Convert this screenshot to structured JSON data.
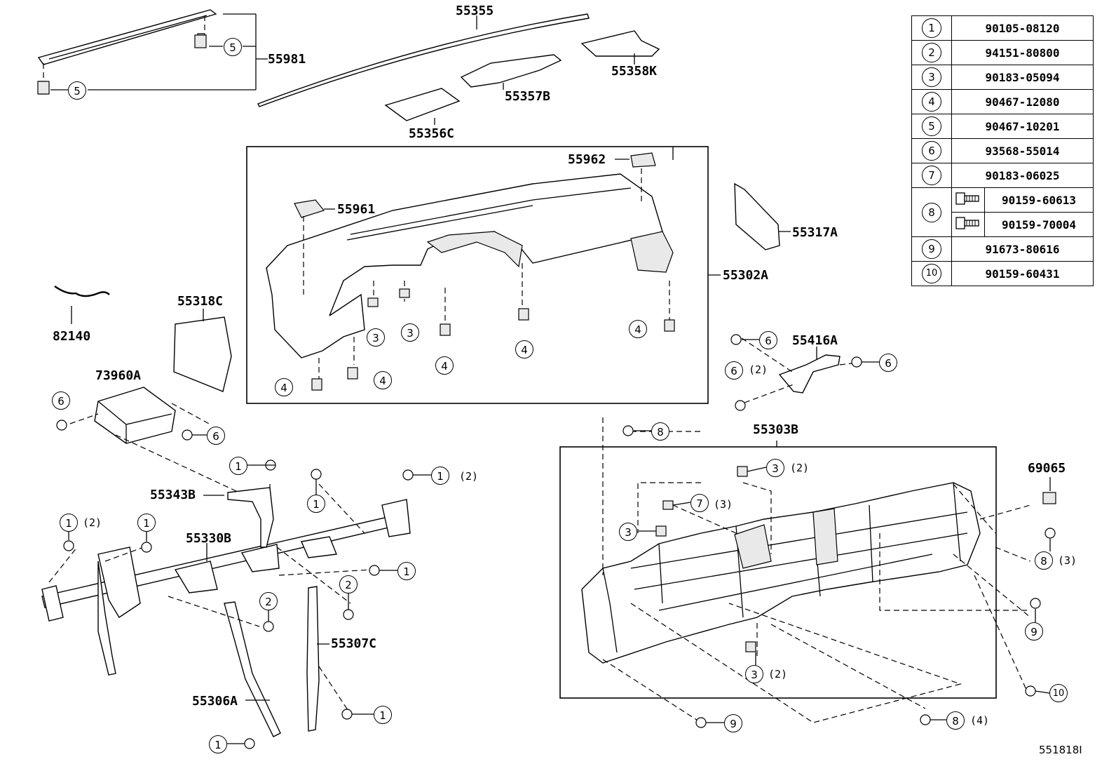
{
  "parts": {
    "p55981": "55981",
    "p55355": "55355",
    "p55358K": "55358K",
    "p55357B": "55357B",
    "p55356C": "55356C",
    "p55962": "55962",
    "p55961": "55961",
    "p55317A": "55317A",
    "p55302A": "55302A",
    "p55318C": "55318C",
    "p82140": "82140",
    "p73960A": "73960A",
    "p55416A": "55416A",
    "p55303B": "55303B",
    "p69065": "69065",
    "p55343B": "55343B",
    "p55330B": "55330B",
    "p55307C": "55307C",
    "p55306A": "55306A"
  },
  "callouts": {
    "c1": "1",
    "c2": "2",
    "c3": "3",
    "c4": "4",
    "c5": "5",
    "c6": "6",
    "c7": "7",
    "c8": "8",
    "c9": "9",
    "c10": "10"
  },
  "quantities": {
    "q2": "(2)",
    "q3": "(3)",
    "q4": "(4)"
  },
  "legend": {
    "rows": [
      {
        "key": "1",
        "value": "90105-08120"
      },
      {
        "key": "2",
        "value": "94151-80800"
      },
      {
        "key": "3",
        "value": "90183-05094"
      },
      {
        "key": "4",
        "value": "90467-12080"
      },
      {
        "key": "5",
        "value": "90467-10201"
      },
      {
        "key": "6",
        "value": "93568-55014"
      },
      {
        "key": "7",
        "value": "90183-06025"
      },
      {
        "key": "8",
        "value": "90159-60613",
        "value2": "90159-70004"
      },
      {
        "key": "9",
        "value": "91673-80616"
      },
      {
        "key": "10",
        "value": "90159-60431"
      }
    ]
  },
  "diagram_code": "551818I"
}
